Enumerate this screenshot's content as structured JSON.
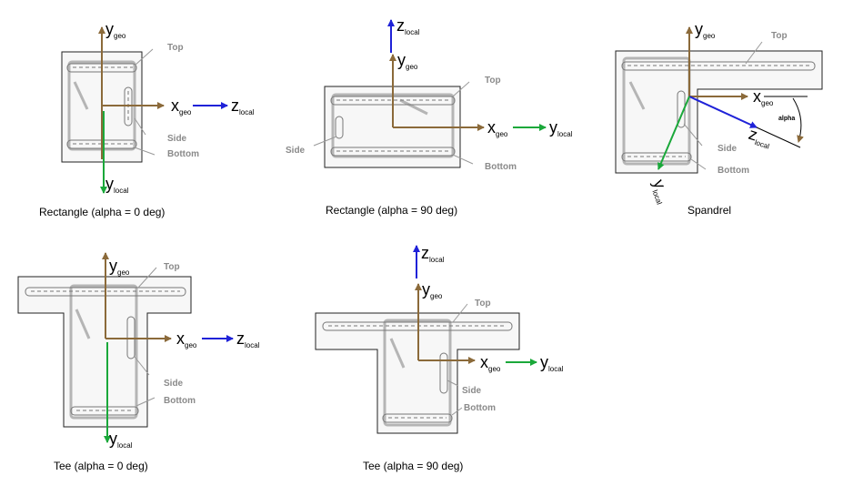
{
  "colors": {
    "geo_axis": "#8b6a3a",
    "blue_axis": "#1f22d8",
    "green_axis": "#1aa83a",
    "concrete_fill": "#f7f7f7",
    "rebar": "#b0b0b0",
    "face_label": "#8a8a8a"
  },
  "axis_text": {
    "y": "y",
    "x": "x",
    "z": "z",
    "geo": "geo",
    "local": "local"
  },
  "faces": {
    "top": "Top",
    "side": "Side",
    "bottom": "Bottom"
  },
  "angle_label": "alpha",
  "captions": {
    "rect_0": "Rectangle (alpha = 0 deg)",
    "rect_90": "Rectangle (alpha = 90 deg)",
    "spandrel": "Spandrel",
    "tee_0": "Tee (alpha = 0 deg)",
    "tee_90": "Tee (alpha = 90 deg)"
  }
}
